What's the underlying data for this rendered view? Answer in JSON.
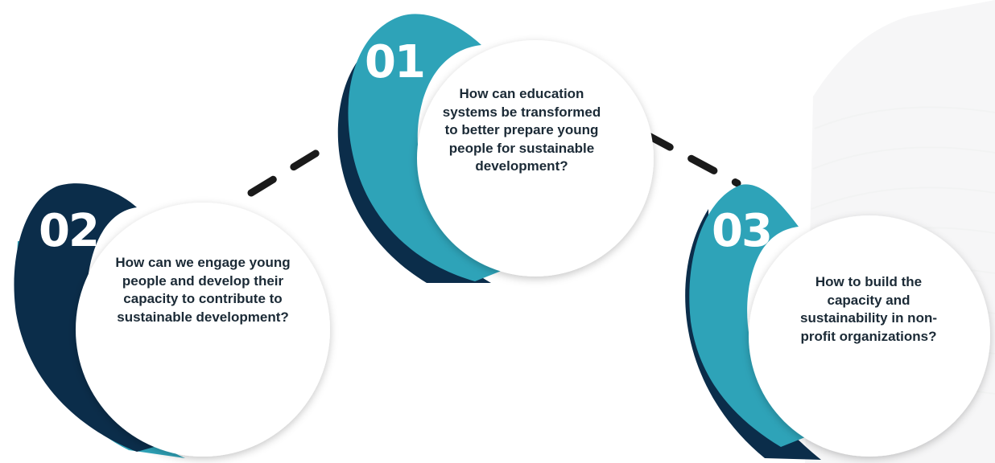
{
  "colors": {
    "teal": "#2ea3b8",
    "navy": "#0b2d4a",
    "connector": "#1a1a1a",
    "text": "#1b2a36",
    "background": "#ffffff"
  },
  "steps": [
    {
      "number": "01",
      "question": "How can education systems be transformed to better prepare young people for sustainable development?"
    },
    {
      "number": "02",
      "question": "How can we engage young people and develop their capacity to contribute to sustainable development?"
    },
    {
      "number": "03",
      "question": "How to build the capacity and sustainability in non-profit organizations?"
    }
  ]
}
